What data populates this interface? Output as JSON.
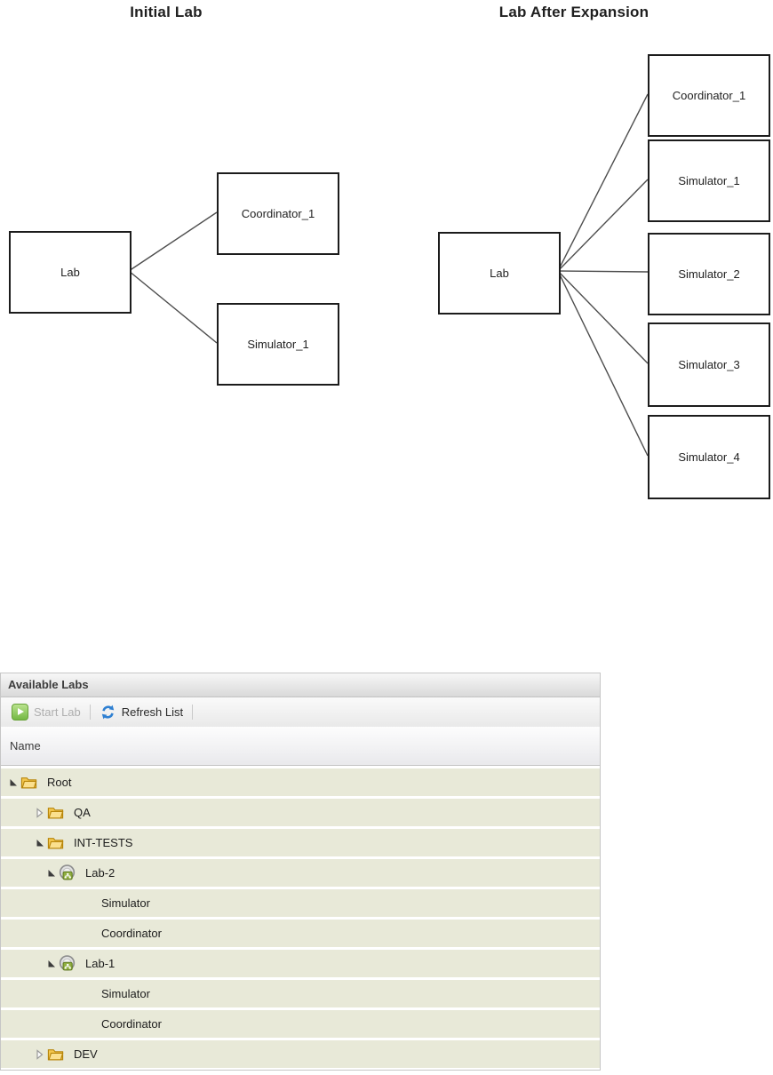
{
  "diagram": {
    "left": {
      "title": "Initial Lab",
      "root": "Lab",
      "children": [
        "Coordinator_1",
        "Simulator_1"
      ]
    },
    "right": {
      "title": "Lab After Expansion",
      "root": "Lab",
      "children": [
        "Coordinator_1",
        "Simulator_1",
        "Simulator_2",
        "Simulator_3",
        "Simulator_4"
      ]
    }
  },
  "panel": {
    "title": "Available Labs",
    "toolbar": {
      "start_label": "Start Lab",
      "start_enabled": false,
      "refresh_label": "Refresh List"
    },
    "column_header": "Name",
    "tree": [
      {
        "label": "Root",
        "level": 0,
        "icon": "folder",
        "expander": "expanded"
      },
      {
        "label": "QA",
        "level": 1,
        "icon": "folder",
        "expander": "collapsed"
      },
      {
        "label": "INT-TESTS",
        "level": 1,
        "icon": "folder",
        "expander": "expanded"
      },
      {
        "label": "Lab-2",
        "level": 2,
        "icon": "lab",
        "expander": "expanded"
      },
      {
        "label": "Simulator",
        "level": 3,
        "icon": "none",
        "expander": "none"
      },
      {
        "label": "Coordinator",
        "level": 3,
        "icon": "none",
        "expander": "none"
      },
      {
        "label": "Lab-1",
        "level": 2,
        "icon": "lab",
        "expander": "expanded"
      },
      {
        "label": "Simulator",
        "level": 3,
        "icon": "none",
        "expander": "none"
      },
      {
        "label": "Coordinator",
        "level": 3,
        "icon": "none",
        "expander": "none"
      },
      {
        "label": "DEV",
        "level": 1,
        "icon": "folder",
        "expander": "collapsed"
      }
    ],
    "colors": {
      "row_background": "#e8e9d8",
      "start_button_green": "#74b843",
      "refresh_arrow_blue": "#2f80d2",
      "folder_yellow": "#f3c74f",
      "lab_badge_green": "#8fae3e"
    }
  }
}
